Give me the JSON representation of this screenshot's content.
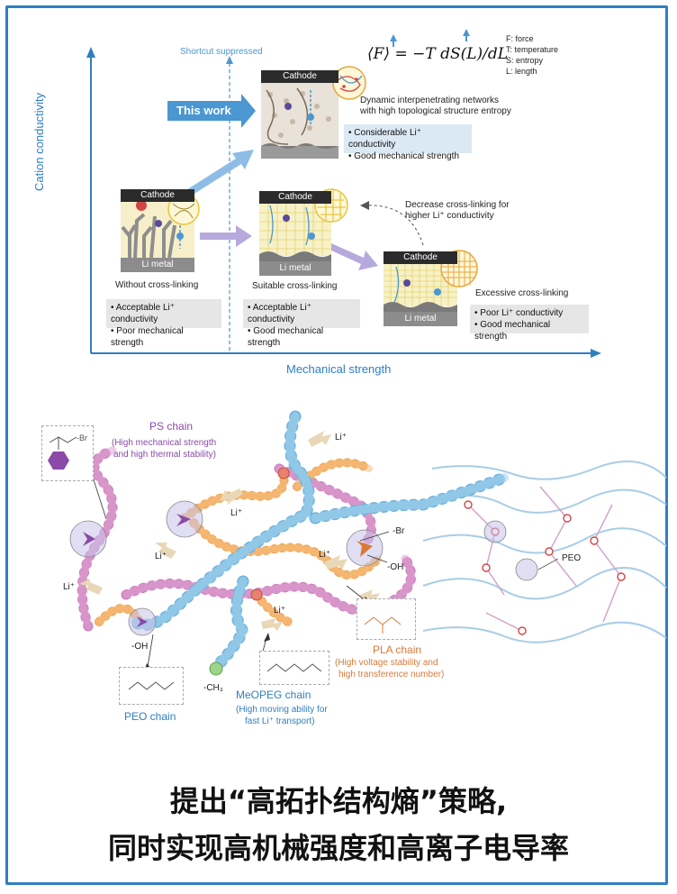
{
  "top": {
    "y_axis": "Cation conductivity",
    "x_axis": "Mechanical strength",
    "shortcut": "Shortcut suppressed",
    "formula": "⟨F⟩ = −T dS(L)/dL",
    "legend": [
      "F: force",
      "T: temperature",
      "S: entropy",
      "L: length"
    ],
    "this_work": "This work",
    "cathode": "Cathode",
    "li_metal": "Li metal",
    "dynamic": [
      "Dynamic interpenetrating networks",
      "with high topological structure entropy"
    ],
    "thiswork_props": [
      "• Considerable Li⁺ conductivity",
      "• Good mechanical strength"
    ],
    "decrease": [
      "Decrease cross-linking for",
      "higher Li⁺ conductivity"
    ],
    "without": "Without cross-linking",
    "without_props": [
      "• Acceptable Li⁺ conductivity",
      "• Poor mechanical strength"
    ],
    "suitable": "Suitable cross-linking",
    "suitable_props": [
      "• Acceptable Li⁺ conductivity",
      "• Good mechanical strength"
    ],
    "excessive": "Excessive cross-linking",
    "excessive_props": [
      "• Poor Li⁺ conductivity",
      "• Good mechanical strength"
    ]
  },
  "bottom": {
    "ps_chain": "PS chain",
    "ps_desc": [
      "(High mechanical strength",
      "and high thermal stability)"
    ],
    "li": "Li⁺",
    "br": "-Br",
    "oh": "-OH",
    "ch3": "-CH₃",
    "peo": "PEO",
    "peo_chain": "PEO chain",
    "pla_chain": "PLA chain",
    "pla_desc": [
      "(High voltage stability and",
      "high transference number)"
    ],
    "meopeg_chain": "MeOPEG chain",
    "meopeg_desc": [
      "(High moving ability for",
      "fast Li⁺ transport)"
    ]
  },
  "title": {
    "line1": "提出“高拓扑结构熵”策略,",
    "line2": "同时实现高机械强度和高离子电导率"
  },
  "colors": {
    "accent": "#2f7fc0",
    "ps": "#c879b8",
    "peo": "#6fb3dd",
    "pla": "#f0a04a",
    "purple": "#9b8cc8"
  }
}
